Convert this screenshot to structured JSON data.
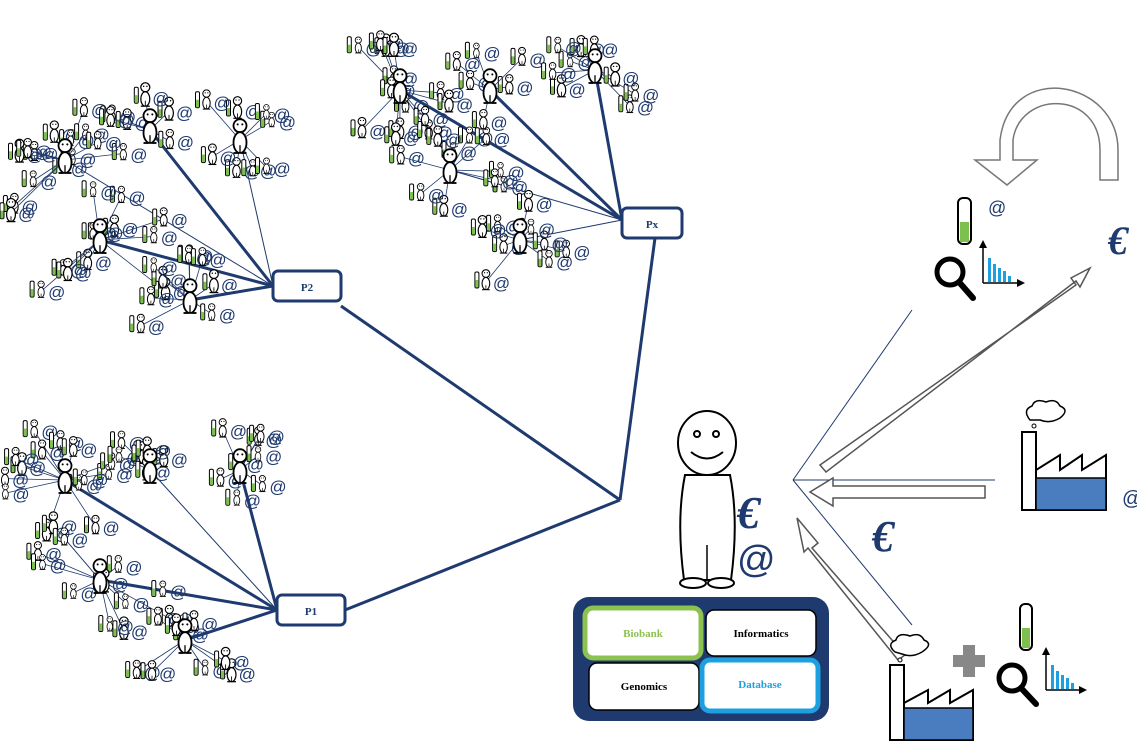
{
  "nodes": {
    "p2": "P2",
    "px": "Px",
    "p1": "P1"
  },
  "symbols": {
    "at": "@",
    "euro": "€"
  },
  "infrastructure": {
    "biobank": "Biobank",
    "informatics": "Informatics",
    "genomics": "Genomics",
    "database": "Database"
  },
  "colors": {
    "navy": "#1f3a6e",
    "green": "#7cc04f",
    "blue": "#1ea0e0",
    "factory_blue": "#4a7cc0"
  }
}
